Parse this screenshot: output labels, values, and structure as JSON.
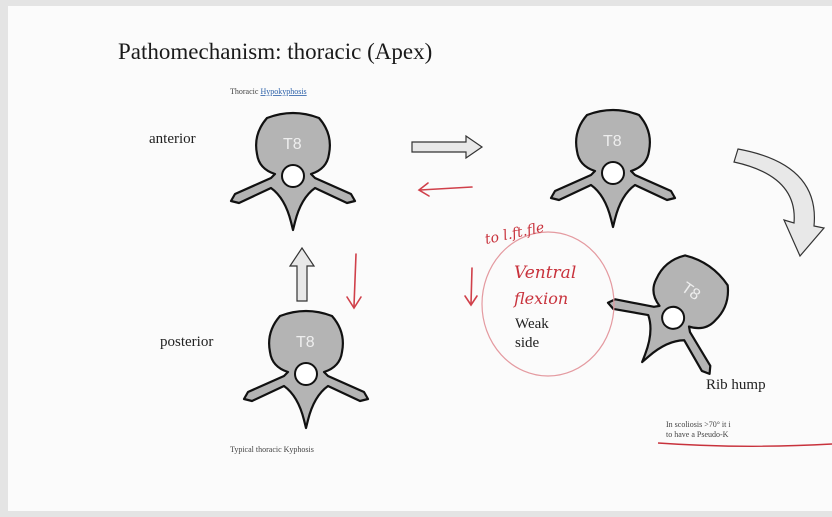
{
  "title": "Pathomechanism:  thoracic  (Apex)",
  "labels": {
    "top_caption_prefix": "Thoracic ",
    "top_caption_link": "Hypokyphosis",
    "anterior": "anterior",
    "posterior": "posterior",
    "bottom_caption": "Typical  thoracic  Kyphosis",
    "weak_side_1": "Weak",
    "weak_side_2": "side",
    "rib_hump": "Rib hump",
    "note_line1": "In scoliosis  >70° it i",
    "note_line2": "to have a Pseudo-K"
  },
  "vertebra_label": "T8",
  "handwriting": {
    "line1": "to l.ft.fle",
    "line2": "Ventral",
    "line3": "flexion"
  },
  "colors": {
    "vertebra_fill": "#b4b4b4",
    "handwriting": "#c8323c",
    "link": "#2a5fa8"
  }
}
